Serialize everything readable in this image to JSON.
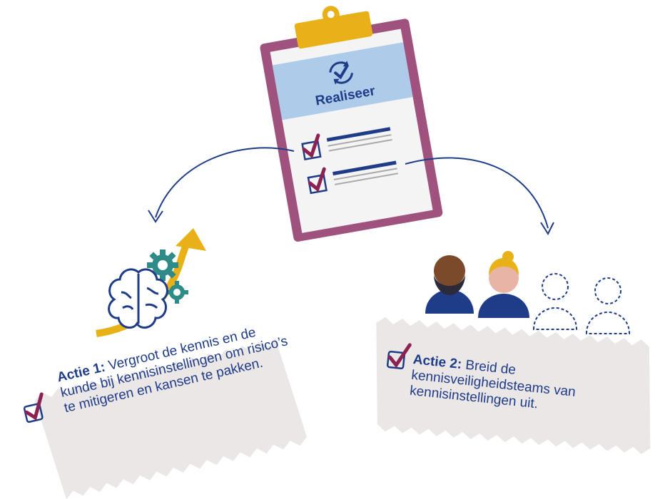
{
  "clipboard": {
    "title": "Realiseer",
    "icon": "refresh-check-icon"
  },
  "actions": [
    {
      "label": "Actie 1:",
      "text": "Vergroot de kennis en de kunde bij kennisinstellingen om risico’s te mitigeren en kansen te pakken.",
      "icon": "checkbox-check-icon"
    },
    {
      "label": "Actie 2:",
      "text": "Breid de kennisveiligheidsteams van kennisinstellingen uit.",
      "icon": "checkbox-check-icon"
    }
  ],
  "colors": {
    "navy": "#1f3c88",
    "purple": "#a0527f",
    "gold": "#e8b117",
    "teal": "#2e8b88",
    "light_blue": "#aecbea",
    "check": "#8b2252",
    "paper": "#ebe7e7"
  }
}
